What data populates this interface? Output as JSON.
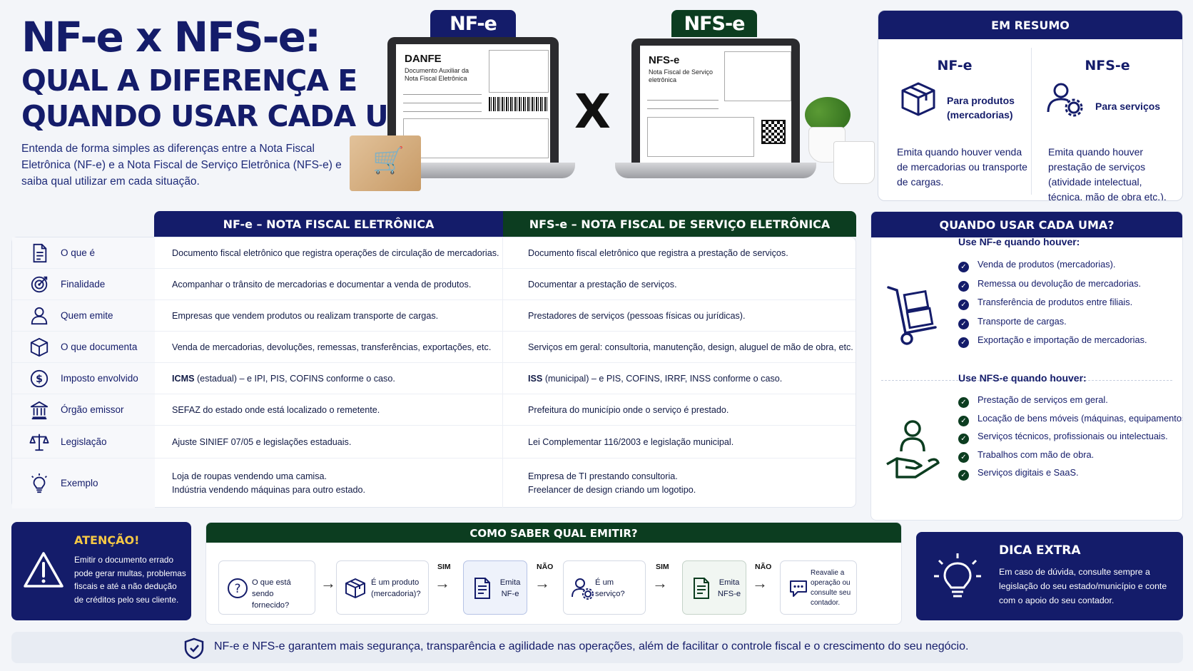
{
  "header": {
    "title_line1": "NF-e x NFS-e:",
    "title_line2": "QUAL A DIFERENÇA E",
    "title_line3": "QUANDO USAR CADA UMA",
    "subtitle": "Entenda de forma simples as diferenças entre a Nota Fiscal Eletrônica (NF-e) e a Nota Fiscal de Serviço Eletrônica (NFS-e) e saiba qual utilizar em cada situação."
  },
  "hero": {
    "badge_nfe": "NF-e",
    "badge_nfse": "NFS-e",
    "vs": "X",
    "doc_nfe_title": "DANFE",
    "doc_nfe_sub": "Documento Auxiliar da Nota Fiscal Eletrônica",
    "doc_nfse_title": "NFS-e",
    "doc_nfse_sub": "Nota Fiscal de Serviço eletrônica"
  },
  "summary": {
    "title": "EM RESUMO",
    "nfe": {
      "heading": "NF-e",
      "label": "Para produtos (mercadorias)",
      "text": "Emita quando houver venda de mercadorias ou transporte de cargas.",
      "icon": "package-icon"
    },
    "nfse": {
      "heading": "NFS-e",
      "label": "Para serviços",
      "text": "Emita quando houver prestação de serviços (atividade intelectual, técnica, mão de obra etc.).",
      "icon": "person-gear-icon"
    }
  },
  "table": {
    "header_nfe": "NF-e – NOTA FISCAL ELETRÔNICA",
    "header_nfse": "NFS-e – NOTA FISCAL DE SERVIÇO ELETRÔNICA",
    "rows": [
      {
        "icon": "document-icon",
        "label": "O que é",
        "nfe": "Documento fiscal eletrônico que registra operações de circulação de mercadorias.",
        "nfse": "Documento fiscal eletrônico que registra a prestação de serviços."
      },
      {
        "icon": "target-icon",
        "label": "Finalidade",
        "nfe": "Acompanhar o trânsito de mercadorias e documentar a venda de produtos.",
        "nfse": "Documentar a prestação de serviços."
      },
      {
        "icon": "person-icon",
        "label": "Quem emite",
        "nfe": "Empresas que vendem produtos ou realizam transporte de cargas.",
        "nfse": "Prestadores de serviços (pessoas físicas ou jurídicas)."
      },
      {
        "icon": "cube-icon",
        "label": "O que documenta",
        "nfe": "Venda de mercadorias, devoluções, remessas, transferências, exportações, etc.",
        "nfse": "Serviços em geral: consultoria, manutenção, design, aluguel de mão de obra, etc."
      },
      {
        "icon": "dollar-icon",
        "label": "Imposto envolvido",
        "nfe_strong": "ICMS",
        "nfe": "(estadual) – e IPI, PIS, COFINS conforme o caso.",
        "nfse_strong": "ISS",
        "nfse": "(municipal) – e PIS, COFINS, IRRF, INSS conforme o caso."
      },
      {
        "icon": "bank-icon",
        "label": "Órgão emissor",
        "nfe": "SEFAZ do estado onde está localizado o remetente.",
        "nfse": "Prefeitura do município onde o serviço é prestado."
      },
      {
        "icon": "scale-icon",
        "label": "Legislação",
        "nfe": "Ajuste SINIEF 07/05 e legislações estaduais.",
        "nfse": "Lei Complementar 116/2003 e legislação municipal."
      },
      {
        "icon": "lightbulb-icon",
        "label": "Exemplo",
        "nfe": "Loja de roupas vendendo uma camisa.",
        "nfe2": "Indústria vendendo máquinas para outro estado.",
        "nfse": "Empresa de TI prestando consultoria.",
        "nfse2": "Freelancer de design criando um logotipo."
      }
    ]
  },
  "when": {
    "title": "QUANDO USAR CADA UMA?",
    "nfe_title": "Use NF-e quando houver:",
    "nfe_items": [
      "Venda de produtos (mercadorias).",
      "Remessa ou devolução de mercadorias.",
      "Transferência de produtos entre filiais.",
      "Transporte de cargas.",
      "Exportação e importação de mercadorias."
    ],
    "nfse_title": "Use NFS-e quando houver:",
    "nfse_items": [
      "Prestação de serviços em geral.",
      "Locação de bens móveis (máquinas, equipamentos).",
      "Serviços técnicos, profissionais ou intelectuais.",
      "Trabalhos com mão de obra.",
      "Serviços digitais e SaaS."
    ]
  },
  "attention": {
    "title": "ATENÇÃO!",
    "text": "Emitir o documento errado pode gerar multas, problemas fiscais e até a não dedução de créditos pelo seu cliente."
  },
  "how": {
    "title": "COMO SABER QUAL EMITIR?",
    "steps": [
      {
        "icon": "question-icon",
        "text": "O que está sendo fornecido?"
      },
      {
        "icon": "package-icon",
        "text": "É um produto (mercadoria)?"
      },
      {
        "icon": "invoice-icon",
        "text": "Emita NF-e"
      },
      {
        "icon": "person-gear-icon",
        "text": "É um serviço?"
      },
      {
        "icon": "invoice-icon",
        "text": "Emita NFS-e"
      },
      {
        "icon": "chat-icon",
        "text": "Reavalie a operação ou consulte seu contador."
      }
    ],
    "labels": [
      "SIM",
      "NÃO",
      "SIM",
      "NÃO"
    ]
  },
  "tip": {
    "title": "DICA EXTRA",
    "text": "Em caso de dúvida, consulte sempre a legislação do seu estado/município e conte com o apoio do seu contador."
  },
  "footer": {
    "text": "NF-e e NFS-e garantem mais segurança, transparência e agilidade nas operações, além de facilitar o controle fiscal e o crescimento do seu negócio."
  },
  "colors": {
    "navy": "#141c6a",
    "green": "#0c3d20",
    "yellow": "#f6c945",
    "background": "#f3f5f9"
  }
}
